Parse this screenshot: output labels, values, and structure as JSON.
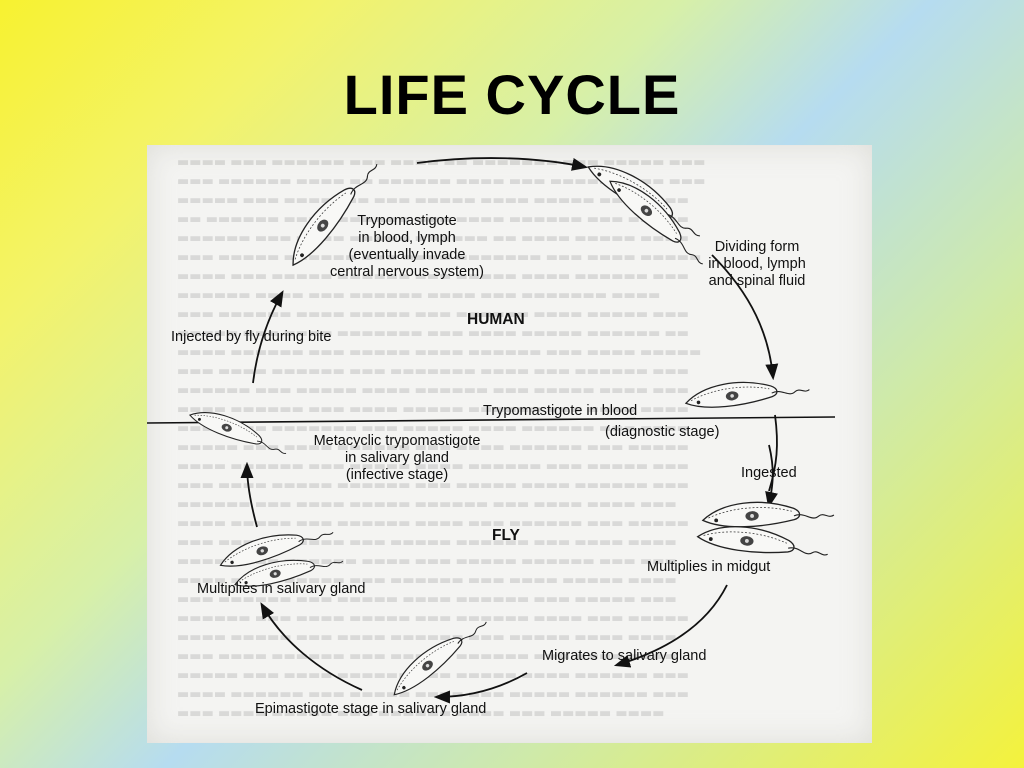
{
  "title": "LIFE CYCLE",
  "diagram": {
    "host_labels": {
      "human": "HUMAN",
      "fly": "FLY"
    },
    "stages": {
      "trypo_blood_lymph": [
        "Trypomastigote",
        "in blood, lymph",
        "(eventually invade",
        "central nervous system)"
      ],
      "dividing_form": [
        "Dividing form",
        "in blood, lymph",
        "and spinal fluid"
      ],
      "injected": "Injected by fly during bite",
      "trypo_blood": "Trypomastigote in blood",
      "diagnostic": "(diagnostic stage)",
      "metacyclic": [
        "Metacyclic trypomastigote",
        "in salivary gland",
        "(infective stage)"
      ],
      "ingested": "Ingested",
      "multiplies_salivary": "Multiplies in salivary gland",
      "multiplies_midgut": "Multiplies in midgut",
      "migrates": "Migrates to salivary gland",
      "epimastigote": "Epimastigote stage in salivary gland"
    },
    "icons": [
      "trypanosome-icon",
      "arrow-icon"
    ]
  }
}
